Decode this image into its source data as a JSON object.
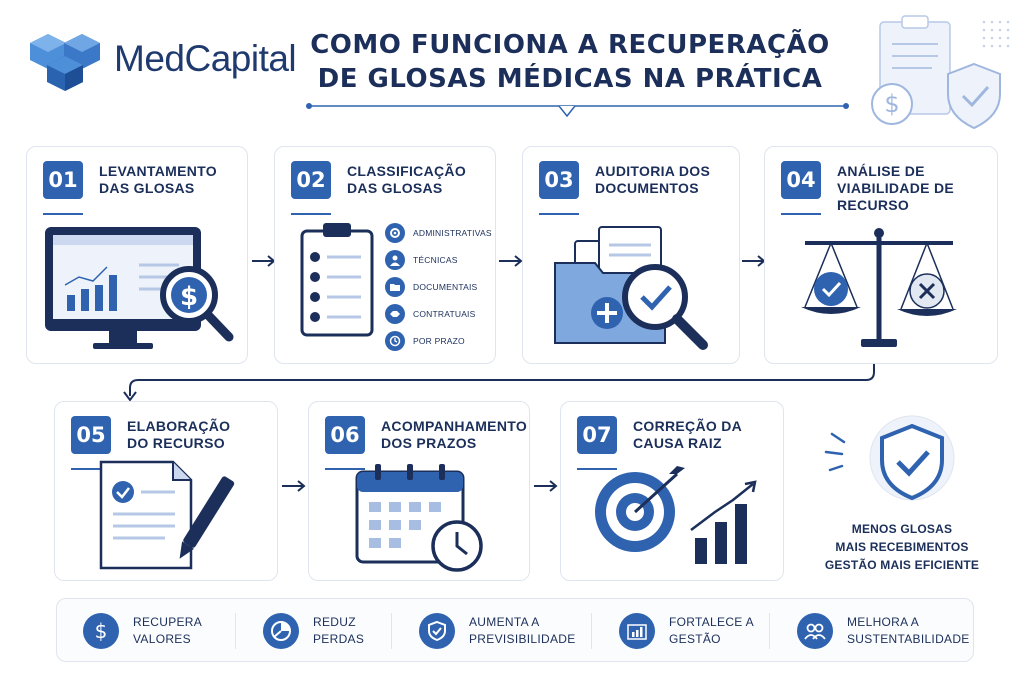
{
  "header": {
    "brand": "MedCapital",
    "title_line1": "COMO FUNCIONA A RECUPERAÇÃO",
    "title_line2": "DE GLOSAS MÉDICAS NA PRÁTICA"
  },
  "steps": [
    {
      "num": "01",
      "line1": "LEVANTAMENTO",
      "line2": "DAS GLOSAS"
    },
    {
      "num": "02",
      "line1": "CLASSIFICAÇÃO",
      "line2": "DAS GLOSAS"
    },
    {
      "num": "03",
      "line1": "AUDITORIA DOS",
      "line2": "DOCUMENTOS"
    },
    {
      "num": "04",
      "line1": "ANÁLISE DE",
      "line2": "VIABILIDADE DE RECURSO"
    },
    {
      "num": "05",
      "line1": "ELABORAÇÃO",
      "line2": "DO RECURSO"
    },
    {
      "num": "06",
      "line1": "ACOMPANHAMENTO",
      "line2": "DOS PRAZOS"
    },
    {
      "num": "07",
      "line1": "CORREÇÃO DA",
      "line2": "CAUSA RAIZ"
    }
  ],
  "categories": [
    {
      "label": "ADMINISTRATIVAS",
      "icon": "gear-icon"
    },
    {
      "label": "TÉCNICAS",
      "icon": "doctor-icon"
    },
    {
      "label": "DOCUMENTAIS",
      "icon": "folder-icon"
    },
    {
      "label": "CONTRATUAIS",
      "icon": "handshake-icon"
    },
    {
      "label": "POR PRAZO",
      "icon": "clock-icon"
    }
  ],
  "benefits": {
    "line1": "MENOS GLOSAS",
    "line2": "MAIS RECEBIMENTOS",
    "line3": "GESTÃO MAIS EFICIENTE"
  },
  "footer": [
    {
      "line1": "RECUPERA",
      "line2": "VALORES",
      "icon": "dollar-icon"
    },
    {
      "line1": "REDUZ",
      "line2": "PERDAS",
      "icon": "pie-chart-icon"
    },
    {
      "line1": "AUMENTA A",
      "line2": "PREVISIBILIDADE",
      "icon": "shield-icon"
    },
    {
      "line1": "FORTALECE A",
      "line2": "GESTÃO",
      "icon": "bar-chart-icon"
    },
    {
      "line1": "MELHORA A",
      "line2": "SUSTENTABILIDADE",
      "icon": "people-icon"
    }
  ],
  "colors": {
    "primary": "#2f63b0",
    "navy": "#1b2f5a",
    "light": "#dfe4ee"
  }
}
